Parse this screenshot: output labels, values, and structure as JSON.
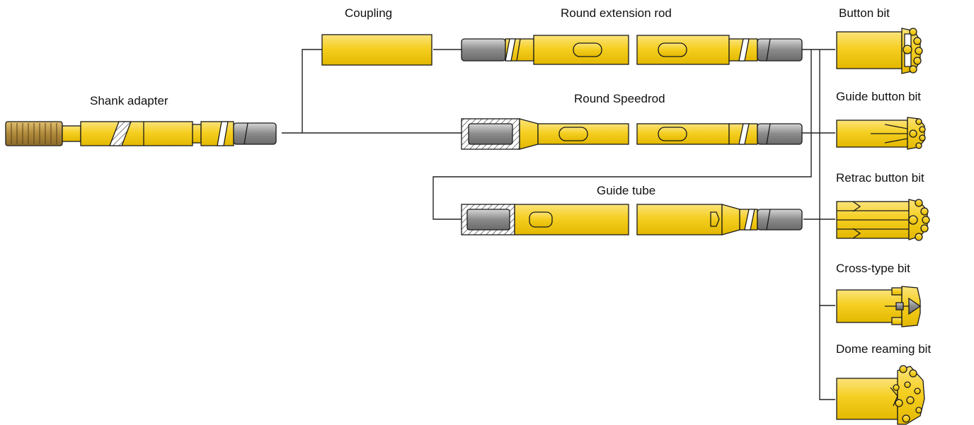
{
  "labels": {
    "shank_adapter": "Shank adapter",
    "coupling": "Coupling",
    "round_extension_rod": "Round extension rod",
    "round_speedrod": "Round Speedrod",
    "guide_tube": "Guide tube",
    "button_bit": "Button bit",
    "guide_button_bit": "Guide button bit",
    "retrac_button_bit": "Retrac button bit",
    "cross_type_bit": "Cross-type bit",
    "dome_reaming_bit": "Dome reaming bit"
  },
  "colors": {
    "steel_yellow": "#f5cf22",
    "steel_yellow_light": "#fbe37a",
    "thread_grey": "#8a8a8a",
    "thread_grey_light": "#cfcfcf",
    "shank_brown": "#b08a3c",
    "outline": "#1a1a1a",
    "connector_line": "#222222"
  }
}
